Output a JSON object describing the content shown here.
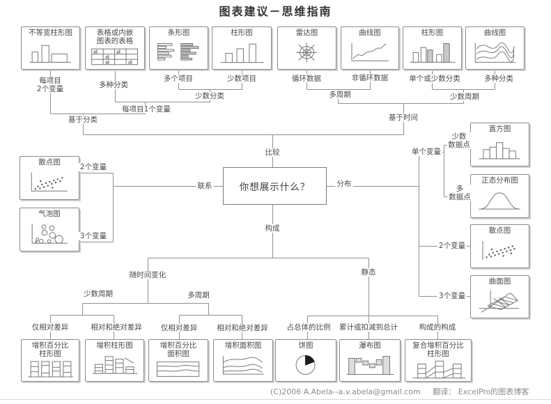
{
  "page": {
    "title": "图表建议－思维指南",
    "footer_copyright": "(C)2006 A.Abela--a.v.abela@gmail.com",
    "footer_translation": "翻译： ExcelPro的图表博客"
  },
  "center": {
    "question": "你想展示什么？"
  },
  "branch": {
    "comparison": "比较",
    "relationship": "联系",
    "distribution": "分布",
    "composition": "构成"
  },
  "boxes": {
    "var_width_column": "不等宽柱形图",
    "table_l1": "表格或内嵌",
    "table_l2": "图表的表格",
    "bar": "条形图",
    "column_few_items": "柱形图",
    "radar": "雷达图",
    "line_noncyclical": "曲线图",
    "column_few_periods": "柱形图",
    "line_many_categories": "曲线图",
    "histogram": "直方图",
    "normal_distribution": "正态分布图",
    "scatter_right": "散点图",
    "surface": "曲面图",
    "scatter_left": "散点图",
    "bubble": "气泡图",
    "stacked_pct_column_l1": "增积百分比",
    "stacked_pct_column_l2": "柱形图",
    "stacked_column": "增积柱形图",
    "stacked_pct_area_l1": "增积百分比",
    "stacked_pct_area_l2": "面积图",
    "stacked_area": "增积面积图",
    "pie": "饼图",
    "waterfall": "瀑布图",
    "compound_stacked_l1": "复合增积百分比",
    "compound_stacked_l2": "柱形图"
  },
  "labels": {
    "per_item_l1": "每项目",
    "per_item_l2": "2个变量",
    "multi_category_left": "多种分类",
    "many_items": "多个项目",
    "few_items": "少数项目",
    "few_categories": "少数分类",
    "per_item_1_var": "每项目1个变量",
    "by_category": "基于分类",
    "cyclical_data": "循环数据",
    "noncyclical_data": "非循环数据",
    "single_or_few_categories": "单个或少数分类",
    "multi_category_right": "多种分类",
    "many_periods_top": "多周期",
    "few_periods_top": "少数周期",
    "by_time": "基于时间",
    "two_vars_left": "2个变量",
    "three_vars_left": "3个变量",
    "single_variable": "单个变量",
    "few_points_l1": "少数",
    "few_points_l2": "数据点",
    "many_points_l1": "多",
    "many_points_l2": "数据点",
    "two_vars_right": "2个变量",
    "three_vars_right": "3个变量",
    "over_time": "随时间变化",
    "few_periods_bottom": "少数周期",
    "many_periods_bottom": "多周期",
    "relative_only_1": "仅相对差异",
    "relative_absolute_1": "相对和绝对差异",
    "relative_only_2": "仅相对差异",
    "relative_absolute_2": "相对和绝对差异",
    "static": "静态",
    "share_of_total": "占总体的比例",
    "accumulate_subtract": "累计或扣减到总计",
    "composition_of_composition": "构成的构成"
  }
}
